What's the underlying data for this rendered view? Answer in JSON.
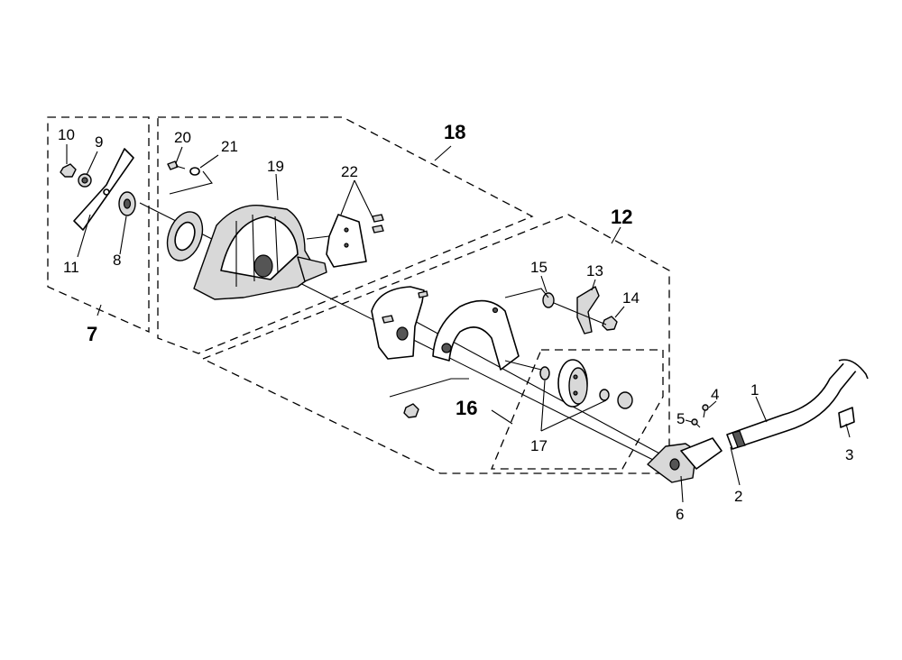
{
  "diagram": {
    "callouts": [
      "1",
      "2",
      "3",
      "4",
      "5",
      "6",
      "7",
      "8",
      "9",
      "10",
      "11",
      "12",
      "13",
      "14",
      "15",
      "16",
      "17",
      "18",
      "19",
      "20",
      "21",
      "22"
    ],
    "group_callouts": [
      "7",
      "12",
      "16",
      "18"
    ],
    "colors": {
      "ink": "#000000",
      "paper": "#ffffff",
      "shade": "#d8d8d8"
    }
  }
}
